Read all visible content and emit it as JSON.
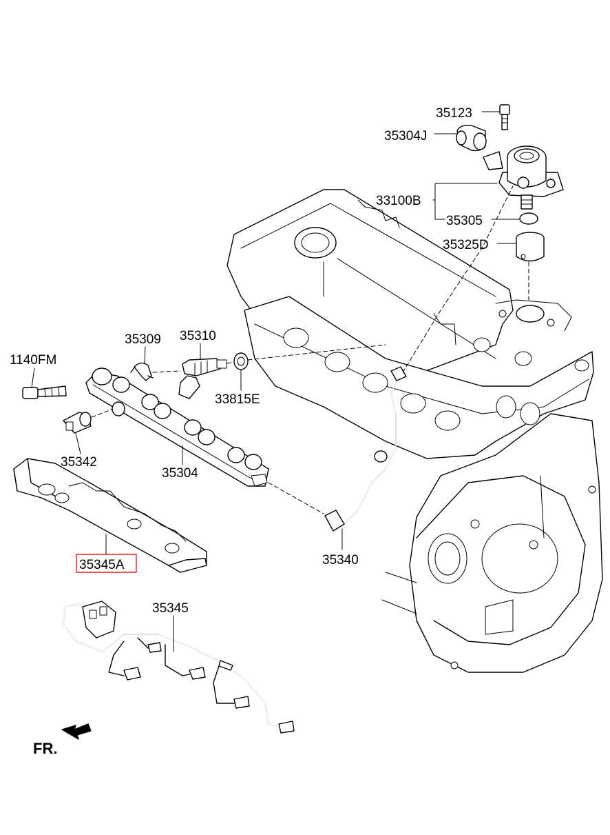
{
  "diagram": {
    "highlight_color": "#e02020",
    "direction_label": "FR.",
    "parts": [
      {
        "id": "35123",
        "label": "35123"
      },
      {
        "id": "35304J",
        "label": "35304J"
      },
      {
        "id": "33100B",
        "label": "33100B"
      },
      {
        "id": "35305",
        "label": "35305"
      },
      {
        "id": "35325D",
        "label": "35325D"
      },
      {
        "id": "35309",
        "label": "35309"
      },
      {
        "id": "35310",
        "label": "35310"
      },
      {
        "id": "1140FM",
        "label": "1140FM"
      },
      {
        "id": "33815E",
        "label": "33815E"
      },
      {
        "id": "35342",
        "label": "35342"
      },
      {
        "id": "35304",
        "label": "35304"
      },
      {
        "id": "35345A",
        "label": "35345A",
        "highlighted": true
      },
      {
        "id": "35340",
        "label": "35340"
      },
      {
        "id": "35345",
        "label": "35345"
      }
    ]
  }
}
